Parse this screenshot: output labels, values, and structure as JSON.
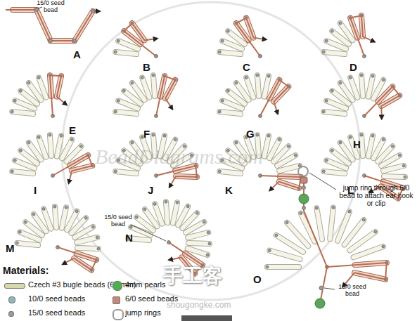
{
  "diagram": {
    "labels": [
      "A",
      "15/0 seed bead",
      "B",
      "C",
      "D",
      "E",
      "F",
      "G",
      "H",
      "I",
      "J",
      "K",
      "L",
      "M",
      "N",
      "15/0 seed bead",
      "O",
      "jump ring through 6/0 bead to attach ear hook or clip",
      "15/0 seed bead",
      "Materials:",
      "BeadDiagrams.com",
      "手工客",
      "shougongke.com"
    ],
    "legend": [
      {
        "text": "Czech #3 bugle beads (6.4mm)",
        "color": "#d8d9a8"
      },
      {
        "text": "10/0 seed beads",
        "color": "#8fb6b8"
      },
      {
        "text": "15/0 seed beads",
        "color": "#9a9a9a"
      },
      {
        "text": "4mm pearls",
        "color": "#4caf50"
      },
      {
        "text": "6/0 seed beads",
        "color": "#c4877a"
      },
      {
        "text": "jump rings"
      }
    ]
  }
}
